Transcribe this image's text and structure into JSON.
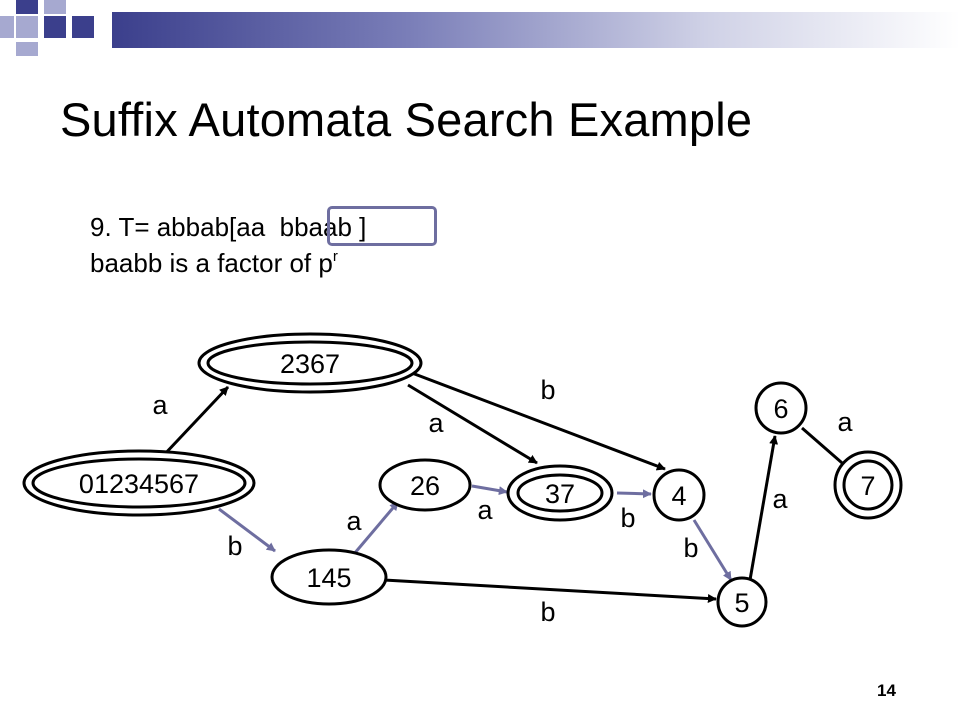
{
  "slide": {
    "title": "Suffix Automata Search Example",
    "line1_prefix": "9. T= abbab[aa  ",
    "line1_highlight": "bbaab",
    "line1_suffix": " ]",
    "line2_text": "baabb is a factor of p",
    "line2_sup": "r",
    "page_number": "14"
  },
  "colors": {
    "header_dark": "#3b3f8c",
    "deco_square_dark": "#3b3f8c",
    "deco_square_light": "#a6a9d0",
    "highlight_edge": "#6e6ea0",
    "edge_black": "#000000"
  },
  "graph": {
    "nodes": [
      {
        "id": "n01234567",
        "label": "01234567",
        "final": true
      },
      {
        "id": "n2367",
        "label": "2367",
        "final": true
      },
      {
        "id": "n145",
        "label": "145",
        "final": false
      },
      {
        "id": "n26",
        "label": "26",
        "final": false
      },
      {
        "id": "n37",
        "label": "37",
        "final": true
      },
      {
        "id": "n4",
        "label": "4",
        "final": false
      },
      {
        "id": "n5",
        "label": "5",
        "final": false
      },
      {
        "id": "n6",
        "label": "6",
        "final": false
      },
      {
        "id": "n7",
        "label": "7",
        "final": true
      }
    ],
    "edges": [
      {
        "from": "01234567",
        "to": "2367",
        "label": "a",
        "highlighted": false
      },
      {
        "from": "2367",
        "to": "37",
        "label": "a",
        "highlighted": false
      },
      {
        "from": "2367",
        "to": "4",
        "label": "b",
        "highlighted": false
      },
      {
        "from": "01234567",
        "to": "145",
        "label": "b",
        "highlighted": true
      },
      {
        "from": "145",
        "to": "26",
        "label": "a",
        "highlighted": true
      },
      {
        "from": "26",
        "to": "37",
        "label": "a",
        "highlighted": true
      },
      {
        "from": "37",
        "to": "4",
        "label": "b",
        "highlighted": true
      },
      {
        "from": "4",
        "to": "5",
        "label": "b",
        "highlighted": true
      },
      {
        "from": "145",
        "to": "5",
        "label": "b",
        "highlighted": false
      },
      {
        "from": "5",
        "to": "6",
        "label": "a",
        "highlighted": false
      },
      {
        "from": "6",
        "to": "7",
        "label": "a",
        "highlighted": false
      }
    ]
  }
}
